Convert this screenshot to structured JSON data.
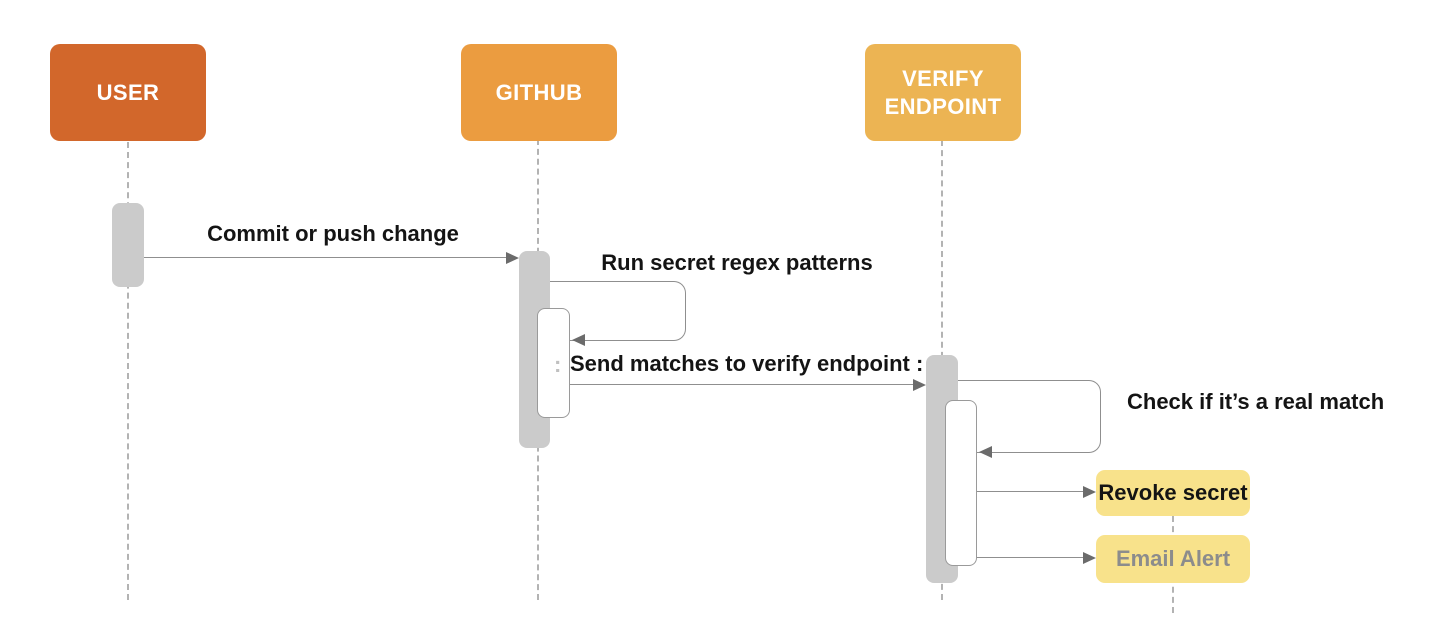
{
  "diagram_title": "Secret scanning sequence diagram",
  "colors": {
    "actor_user": "#D2672B",
    "actor_github": "#EB9C40",
    "actor_verify": "#ECB453",
    "note": "#F8E28B",
    "activation": "#CBCBCB",
    "activation_border": "#9A9A9A",
    "line": "#8F8F8F",
    "arrowhead": "#6B6B6B",
    "lifeline": "#B3B3B3",
    "text": "#141414",
    "muted": "#8C8C8C",
    "faint": "#C0C0C0"
  },
  "actors": {
    "user": {
      "label": "USER"
    },
    "github": {
      "label": "GITHUB"
    },
    "verify": {
      "label": "VERIFY ENDPOINT"
    }
  },
  "messages": {
    "commit": {
      "label": "Commit or push change"
    },
    "regex": {
      "label": "Run secret regex patterns"
    },
    "send": {
      "prefix": ":",
      "label": "Send matches to verify endpoint :"
    },
    "check": {
      "label": "Check if it’s a real match"
    },
    "revoke": {
      "label": "Revoke secret"
    },
    "email": {
      "label": "Email Alert"
    }
  }
}
